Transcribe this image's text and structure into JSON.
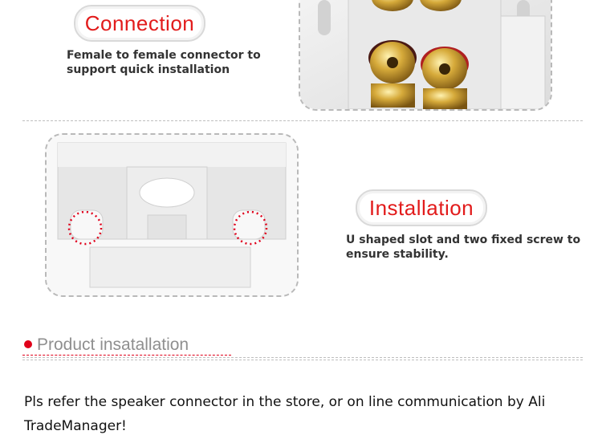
{
  "connection": {
    "badge": "Connection",
    "description_line1": "Female to female connector to",
    "description_line2": "support quick installation"
  },
  "installation": {
    "badge": "Installation",
    "description_line1": "U shaped slot and two fixed screw to",
    "description_line2": "ensure stability."
  },
  "product_installation": {
    "heading": "Product insatallation",
    "text_line1": "Pls refer the speaker connector in the store, or on line communication by Ali",
    "text_line2": "TradeManager!"
  },
  "colors": {
    "accent": "#e21b1b",
    "bullet": "#e0001a",
    "brass": "#c9a035",
    "plate": "#eeeeee"
  }
}
